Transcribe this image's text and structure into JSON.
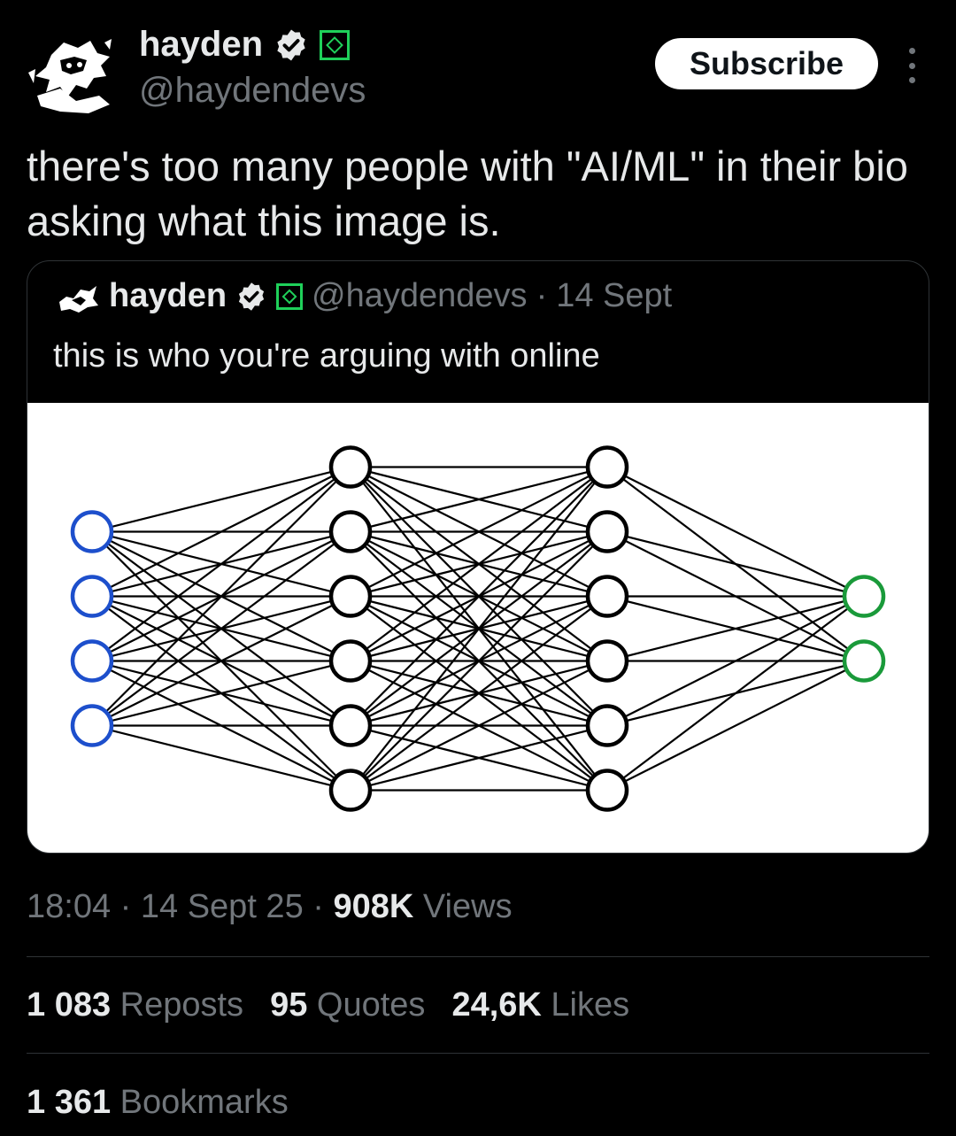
{
  "author": {
    "name": "hayden",
    "handle": "@haydendevs"
  },
  "subscribe_label": "Subscribe",
  "tweet_text": "there's too many people with \"AI/ML\" in their bio asking what this image is.",
  "quoted": {
    "name": "hayden",
    "handle": "@haydendevs",
    "separator": "·",
    "date": "14 Sept",
    "text": "this is who you're arguing with online",
    "network": {
      "layers": [
        4,
        6,
        6,
        2
      ],
      "input_color": "#1d4fcc",
      "hidden_color": "#000000",
      "output_color": "#1a9a3a"
    }
  },
  "meta": {
    "time": "18:04",
    "sep1": "·",
    "date": "14 Sept 25",
    "sep2": "·",
    "views_count": "908K",
    "views_label": "Views"
  },
  "stats": {
    "reposts_count": "1 083",
    "reposts_label": "Reposts",
    "quotes_count": "95",
    "quotes_label": "Quotes",
    "likes_count": "24,6K",
    "likes_label": "Likes",
    "bookmarks_count": "1 361",
    "bookmarks_label": "Bookmarks"
  },
  "colors": {
    "background": "#000000",
    "text": "#e7e9ea",
    "muted": "#71767b",
    "verified": "#e7e9ea",
    "affiliate_badge": "#1fd05a"
  }
}
